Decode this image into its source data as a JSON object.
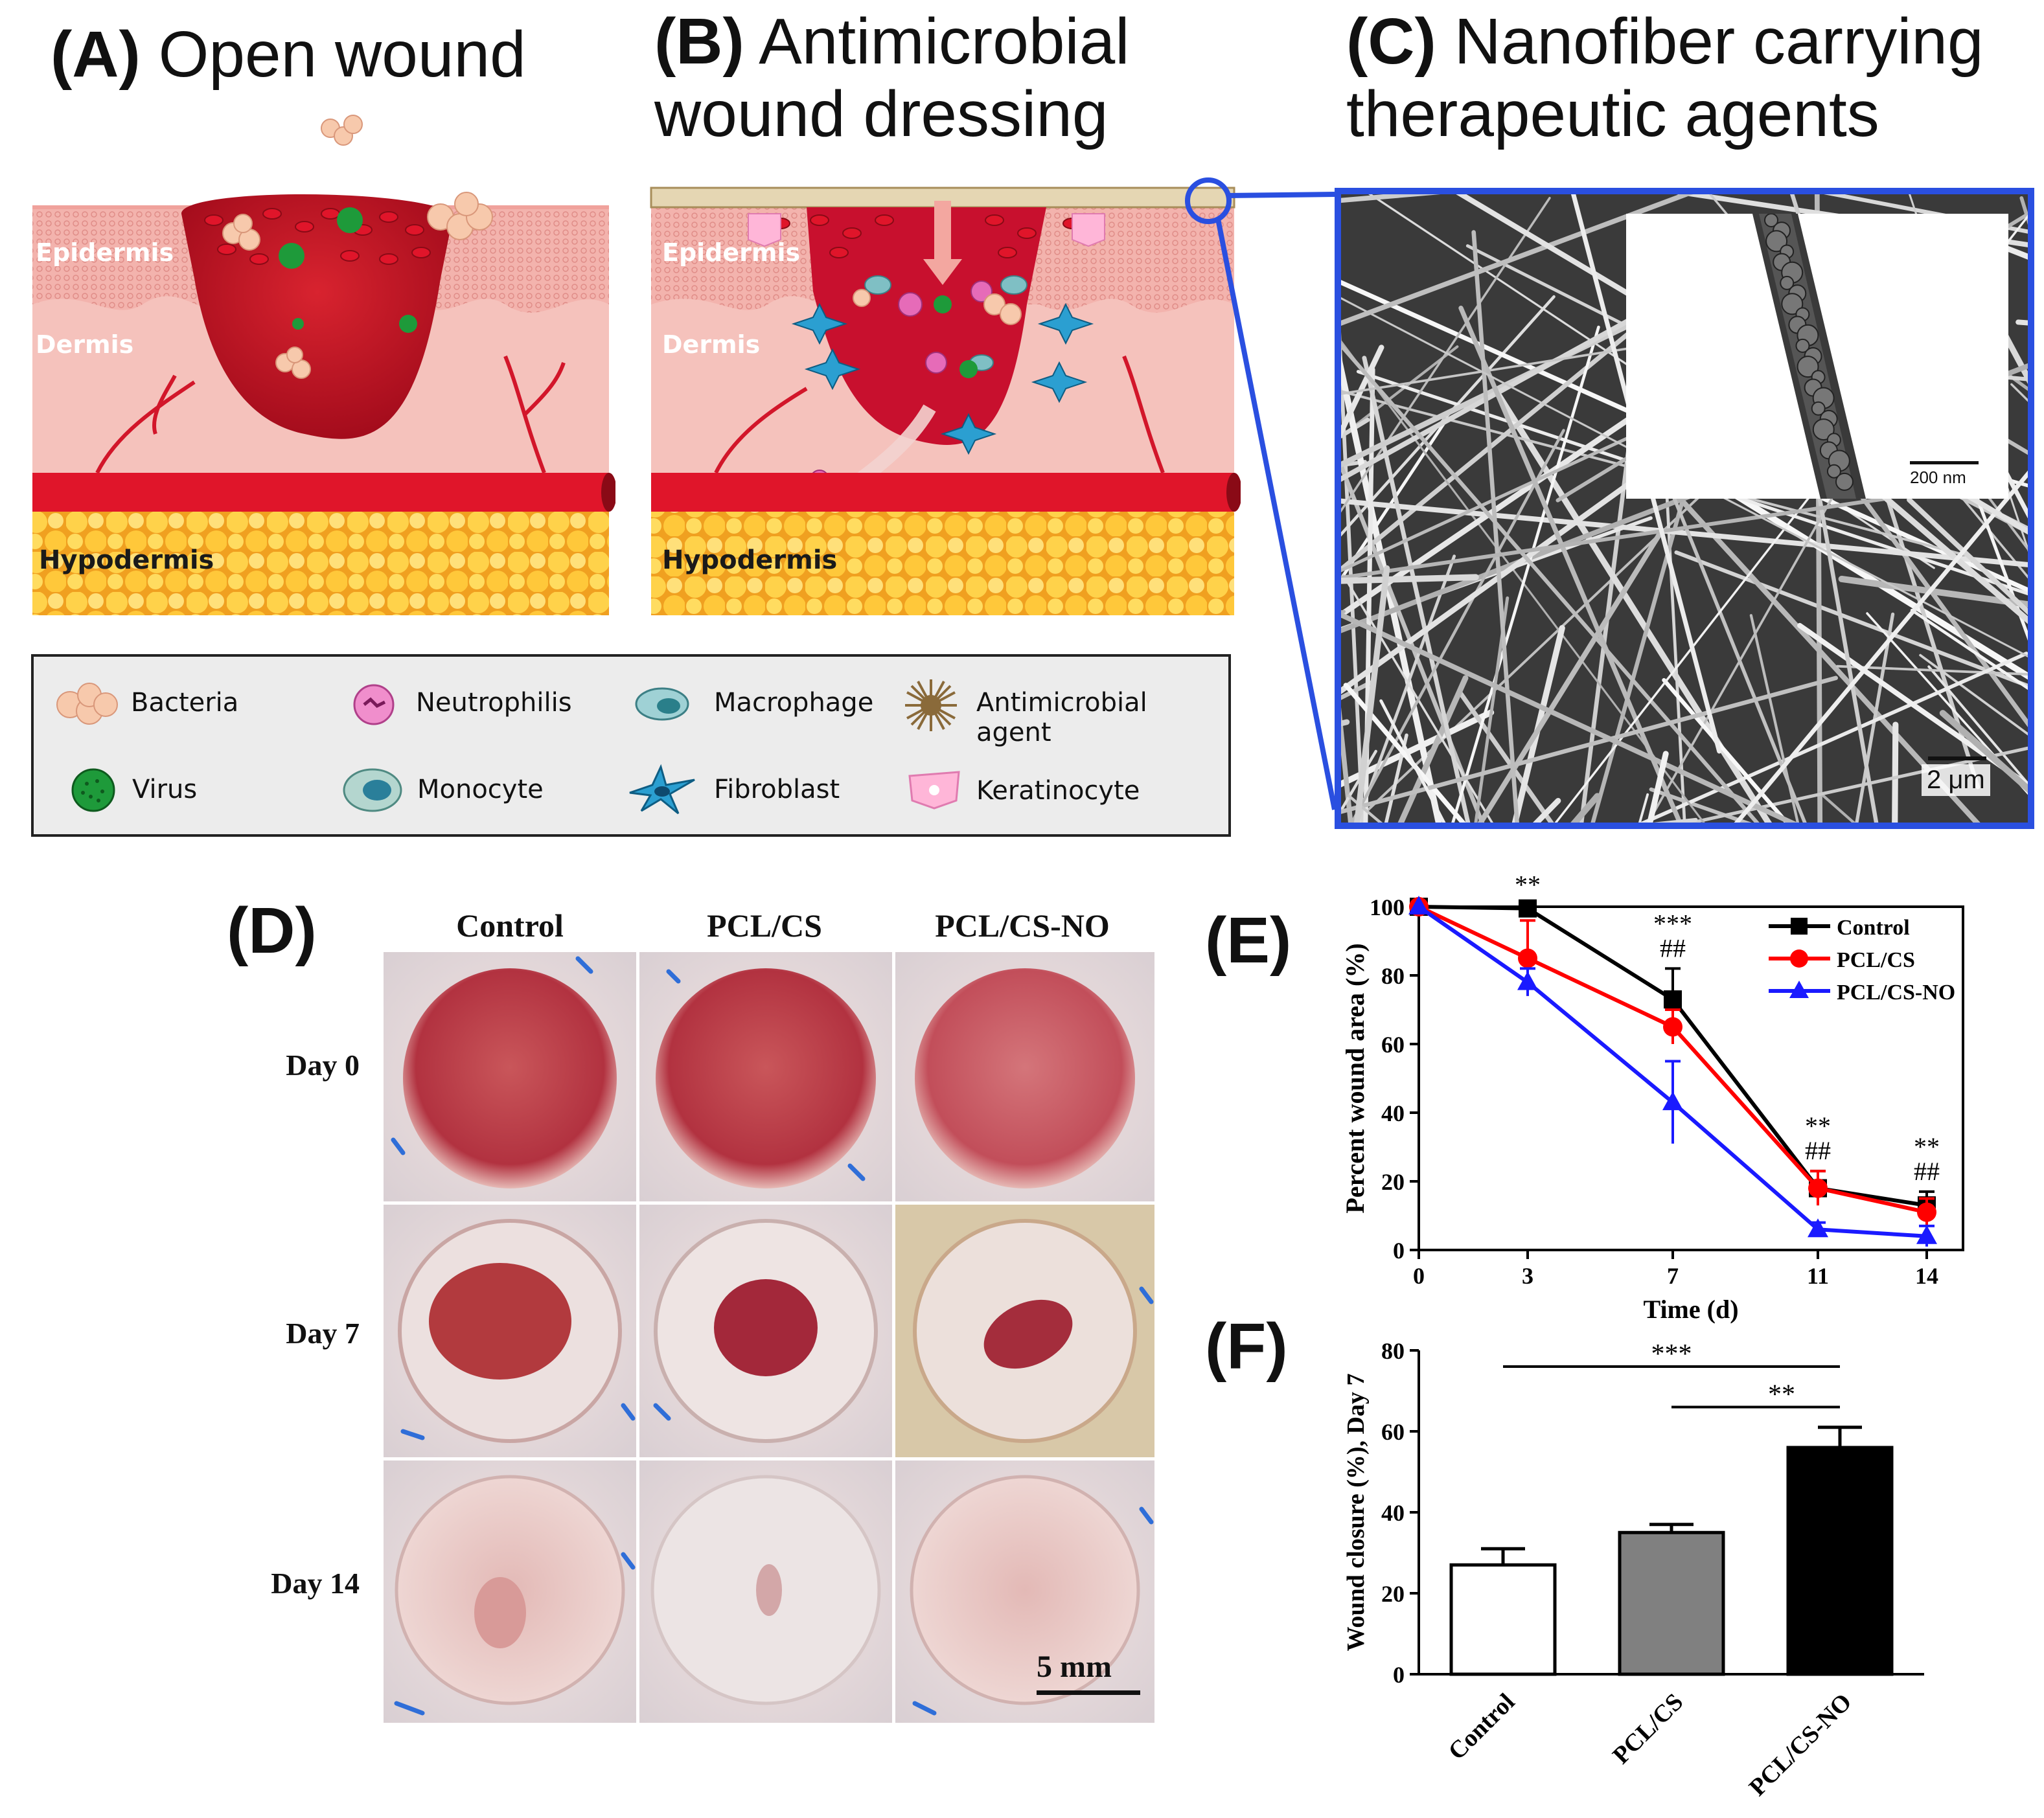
{
  "panelA": {
    "letter": "(A)",
    "title": "Open wound",
    "epidermis": "Epidermis",
    "dermis": "Dermis",
    "hypodermis": "Hypodermis"
  },
  "panelB": {
    "letter": "(B)",
    "title_line1": "Antimicrobial",
    "title_line2": "wound  dressing",
    "epidermis": "Epidermis",
    "dermis": "Dermis",
    "hypodermis": "Hypodermis"
  },
  "panelC": {
    "letter": "(C)",
    "title_line1": "Nanofiber carrying",
    "title_line2": "therapeutic agents",
    "inset_scale": "200 nm",
    "main_scale": "2 μm"
  },
  "legend": {
    "items": [
      {
        "label": "Bacteria",
        "icon": "bacteria-icon"
      },
      {
        "label": "Neutrophilis",
        "icon": "neutrophil-icon"
      },
      {
        "label": "Macrophage",
        "icon": "macrophage-icon"
      },
      {
        "label": "Antimicrobial agent",
        "icon": "antimicrobial-agent-icon"
      },
      {
        "label": "Virus",
        "icon": "virus-icon"
      },
      {
        "label": "Monocyte",
        "icon": "monocyte-icon"
      },
      {
        "label": "Fibroblast",
        "icon": "fibroblast-icon"
      },
      {
        "label": "Keratinocyte",
        "icon": "keratinocyte-icon"
      }
    ]
  },
  "panelD": {
    "letter": "(D)",
    "columns": [
      "Control",
      "PCL/CS",
      "PCL/CS-NO"
    ],
    "rows": [
      "Day 0",
      "Day 7",
      "Day 14"
    ],
    "scale": "5 mm"
  },
  "panelE": {
    "letter": "(E)"
  },
  "panelF": {
    "letter": "(F)"
  },
  "colors": {
    "control": "#000000",
    "pcl_cs": "#ff0000",
    "pcl_cs_no": "#1a1aff",
    "frame_blue": "#2a4fe0",
    "blood": "#c8102e"
  },
  "chart_data": [
    {
      "type": "line",
      "xlabel": "Time (d)",
      "ylabel": "Percent wound area (%)",
      "x": [
        0,
        3,
        7,
        11,
        14
      ],
      "xticks": [
        "0",
        "3",
        "7",
        "11",
        "14"
      ],
      "yticks": [
        "0",
        "20",
        "40",
        "60",
        "80",
        "100"
      ],
      "xlim": [
        0,
        15
      ],
      "ylim": [
        0,
        100
      ],
      "series": [
        {
          "name": "Control",
          "values": [
            100,
            99.5,
            73,
            18,
            13
          ],
          "err": [
            0,
            1,
            9,
            5,
            4
          ],
          "color": "#000000",
          "marker": "square"
        },
        {
          "name": "PCL/CS",
          "values": [
            100,
            85,
            65,
            18,
            11
          ],
          "err": [
            0,
            11,
            5,
            5,
            4
          ],
          "color": "#ff0000",
          "marker": "circle"
        },
        {
          "name": "PCL/CS-NO",
          "values": [
            100,
            78,
            43,
            6,
            4
          ],
          "err": [
            0,
            4,
            12,
            2,
            3
          ],
          "color": "#1a1aff",
          "marker": "triangle"
        }
      ],
      "annotations": [
        {
          "x": 3,
          "lines": [
            "**"
          ]
        },
        {
          "x": 7,
          "lines": [
            "***",
            "##"
          ]
        },
        {
          "x": 11,
          "lines": [
            "**",
            "##"
          ]
        },
        {
          "x": 14,
          "lines": [
            "**",
            "##"
          ]
        }
      ],
      "legend": "top-right"
    },
    {
      "type": "bar",
      "ylabel": "Wound closure (%), Day 7",
      "categories": [
        "Control",
        "PCL/CS",
        "PCL/CS-NO"
      ],
      "values": [
        27,
        35,
        56
      ],
      "err": [
        4,
        2,
        5
      ],
      "fills": [
        "#ffffff",
        "#808080",
        "#000000"
      ],
      "yticks": [
        "0",
        "20",
        "40",
        "60",
        "80"
      ],
      "ylim": [
        0,
        80
      ],
      "significance": [
        {
          "from": 0,
          "to": 2,
          "label": "***"
        },
        {
          "from": 1,
          "to": 2,
          "label": "**"
        }
      ]
    }
  ]
}
